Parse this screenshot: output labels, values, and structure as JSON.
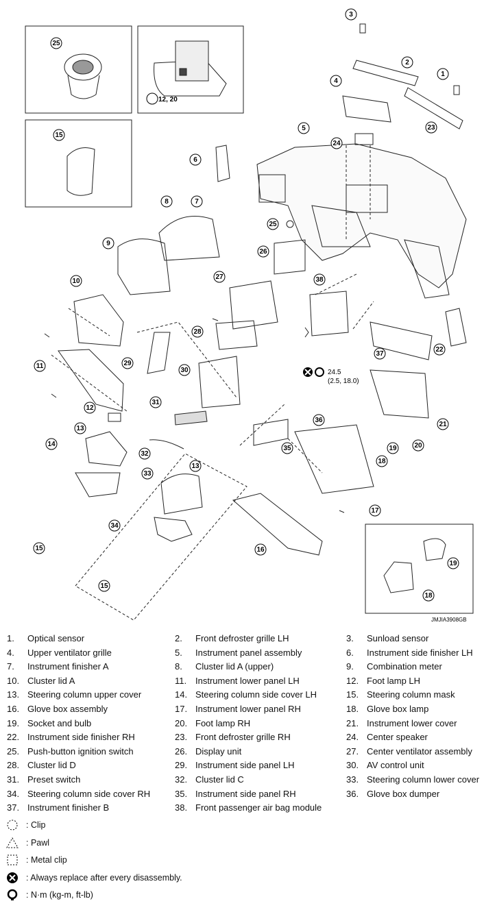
{
  "figure_code": "JMJIA3908GB",
  "torque": {
    "value": "24.5",
    "alt": "(2.5, 18.0)"
  },
  "callouts": [
    "1",
    "2",
    "3",
    "4",
    "5",
    "6",
    "7",
    "8",
    "9",
    "10",
    "11",
    "12",
    "13",
    "14",
    "15",
    "16",
    "17",
    "18",
    "19",
    "20",
    "21",
    "22",
    "23",
    "24",
    "25",
    "26",
    "27",
    "28",
    "29",
    "30",
    "31",
    "32",
    "33",
    "34",
    "35",
    "36",
    "37",
    "38",
    "12, 20"
  ],
  "parts": [
    {
      "num": "1.",
      "name": "Optical sensor"
    },
    {
      "num": "2.",
      "name": "Front defroster grille LH"
    },
    {
      "num": "3.",
      "name": "Sunload sensor"
    },
    {
      "num": "4.",
      "name": "Upper ventilator grille"
    },
    {
      "num": "5.",
      "name": "Instrument panel assembly"
    },
    {
      "num": "6.",
      "name": "Instrument side finisher LH"
    },
    {
      "num": "7.",
      "name": "Instrument finisher A"
    },
    {
      "num": "8.",
      "name": "Cluster lid A (upper)"
    },
    {
      "num": "9.",
      "name": "Combination meter"
    },
    {
      "num": "10.",
      "name": "Cluster lid A"
    },
    {
      "num": "11.",
      "name": "Instrument lower panel LH"
    },
    {
      "num": "12.",
      "name": "Foot lamp LH"
    },
    {
      "num": "13.",
      "name": "Steering column upper cover"
    },
    {
      "num": "14.",
      "name": "Steering column side cover LH"
    },
    {
      "num": "15.",
      "name": "Steering column mask"
    },
    {
      "num": "16.",
      "name": "Glove box assembly"
    },
    {
      "num": "17.",
      "name": "Instrument lower panel RH"
    },
    {
      "num": "18.",
      "name": "Glove box lamp"
    },
    {
      "num": "19.",
      "name": "Socket and bulb"
    },
    {
      "num": "20.",
      "name": "Foot lamp RH"
    },
    {
      "num": "21.",
      "name": "Instrument lower cover"
    },
    {
      "num": "22.",
      "name": "Instrument side finisher RH"
    },
    {
      "num": "23.",
      "name": "Front defroster grille RH"
    },
    {
      "num": "24.",
      "name": "Center speaker"
    },
    {
      "num": "25.",
      "name": "Push-button ignition switch"
    },
    {
      "num": "26.",
      "name": "Display unit"
    },
    {
      "num": "27.",
      "name": "Center ventilator assembly"
    },
    {
      "num": "28.",
      "name": "Cluster lid D"
    },
    {
      "num": "29.",
      "name": "Instrument side panel LH"
    },
    {
      "num": "30.",
      "name": "AV control unit"
    },
    {
      "num": "31.",
      "name": "Preset switch"
    },
    {
      "num": "32.",
      "name": "Cluster lid C"
    },
    {
      "num": "33.",
      "name": "Steering column lower cover"
    },
    {
      "num": "34.",
      "name": "Steering column side cover RH"
    },
    {
      "num": "35.",
      "name": "Instrument side panel RH"
    },
    {
      "num": "36.",
      "name": "Glove box dumper"
    },
    {
      "num": "37.",
      "name": "Instrument finisher B"
    },
    {
      "num": "38.",
      "name": "Front passenger air bag module"
    }
  ],
  "legend": [
    {
      "icon": "clip-icon",
      "text": ": Clip"
    },
    {
      "icon": "pawl-icon",
      "text": ": Pawl"
    },
    {
      "icon": "metal-clip-icon",
      "text": ": Metal clip"
    },
    {
      "icon": "replace-icon",
      "text": ": Always replace after every disassembly."
    },
    {
      "icon": "torque-icon",
      "text": ": N·m (kg-m, ft-lb)"
    }
  ]
}
